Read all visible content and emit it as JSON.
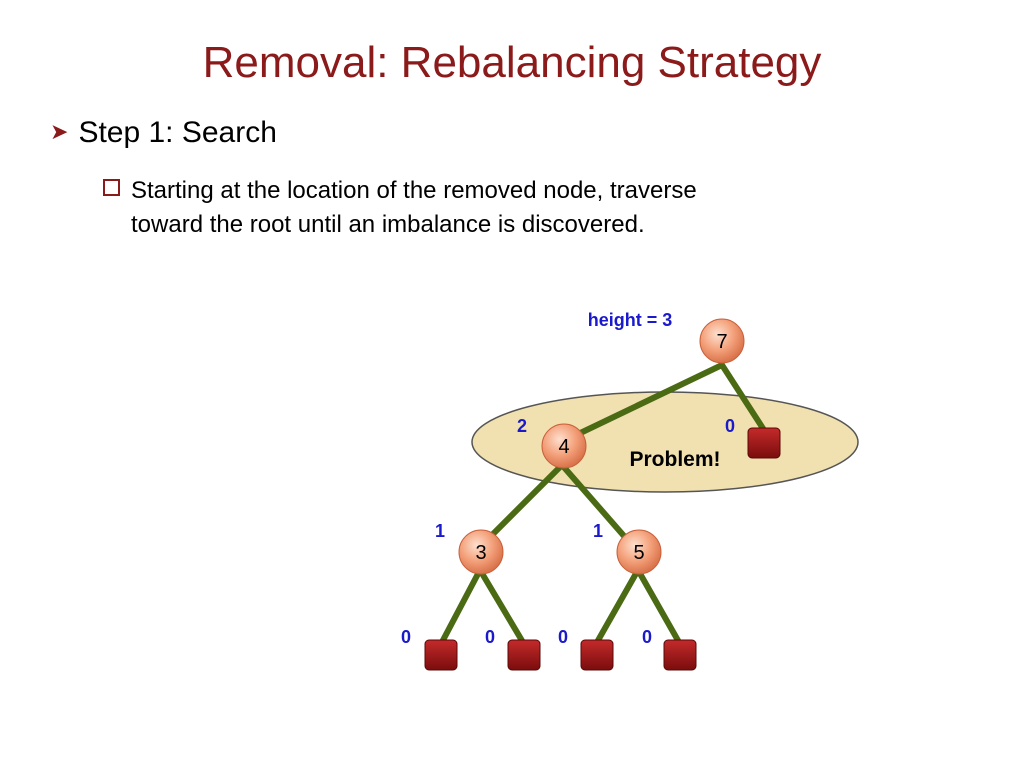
{
  "slide": {
    "title": "Removal: Rebalancing Strategy",
    "bullet": "Step 1:  Search",
    "sub_bullet": "Starting at the location of the removed node, traverse toward the root until an imbalance is discovered."
  },
  "tree": {
    "height_label": "height = 3",
    "problem_label": "Problem!",
    "nodes": {
      "n7": {
        "key": "7",
        "height": ""
      },
      "n4": {
        "key": "4",
        "height": "2"
      },
      "n3": {
        "key": "3",
        "height": "1"
      },
      "n5": {
        "key": "5",
        "height": "1"
      }
    },
    "leaves": {
      "r7": {
        "height": "0"
      },
      "l3": {
        "height": "0"
      },
      "r3": {
        "height": "0"
      },
      "l5": {
        "height": "0"
      },
      "r5": {
        "height": "0"
      }
    }
  },
  "colors": {
    "title": "#8b1a1a",
    "edge": "#4a6a14",
    "node_fill": "#f4a27c",
    "leaf_fill": "#9b1414",
    "ellipse_fill": "#f1e1b0",
    "height_text": "#1a1acc"
  }
}
